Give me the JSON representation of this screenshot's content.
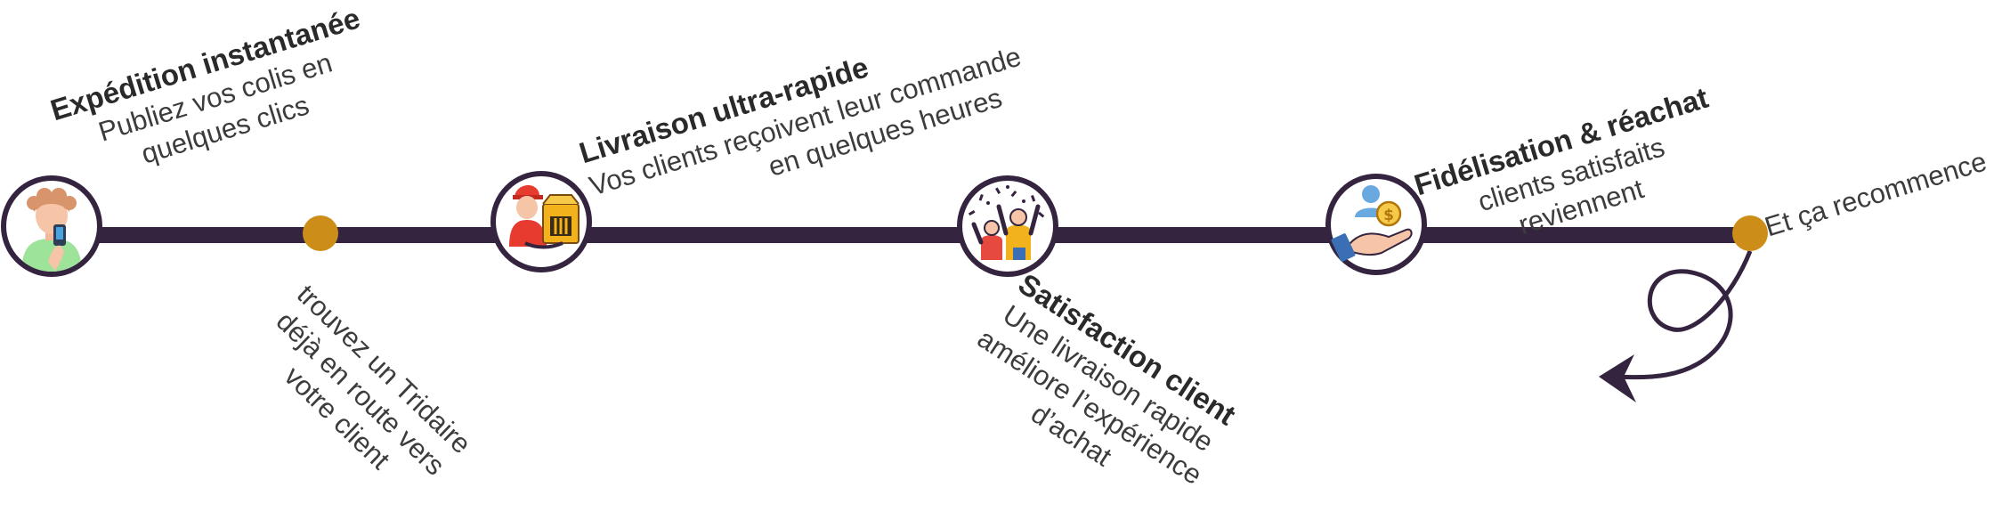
{
  "colors": {
    "line": "#35243f",
    "dot": "#cc8d19",
    "ring": "#35243f",
    "text": "#3c3c3c",
    "title": "#2a2a2a"
  },
  "steps": [
    {
      "title": "Expédition instantanée",
      "desc_1": "Publiez vos colis en",
      "desc_2": "quelques clics",
      "icon": "person-phone-icon"
    },
    {
      "desc_1": "trouvez un Tridaire",
      "desc_2": "déjà en route vers",
      "desc_3": "votre client",
      "icon": "milestone-dot"
    },
    {
      "title": "Livraison ultra-rapide",
      "desc_1": "Vos clients reçoivent leur commande",
      "desc_2": "en quelques heures",
      "icon": "delivery-man-icon"
    },
    {
      "title": "Satisfaction client",
      "desc_1": "Une livraison rapide",
      "desc_2": "améliore l’expérience",
      "desc_3": "d’achat",
      "icon": "celebration-icon"
    },
    {
      "title": "Fidélisation & réachat",
      "desc_1": "clients satisfaits",
      "desc_2": "reviennent",
      "icon": "loyalty-hand-coin-icon"
    },
    {
      "desc_1": "Et ça recommence",
      "icon": "milestone-dot"
    }
  ]
}
